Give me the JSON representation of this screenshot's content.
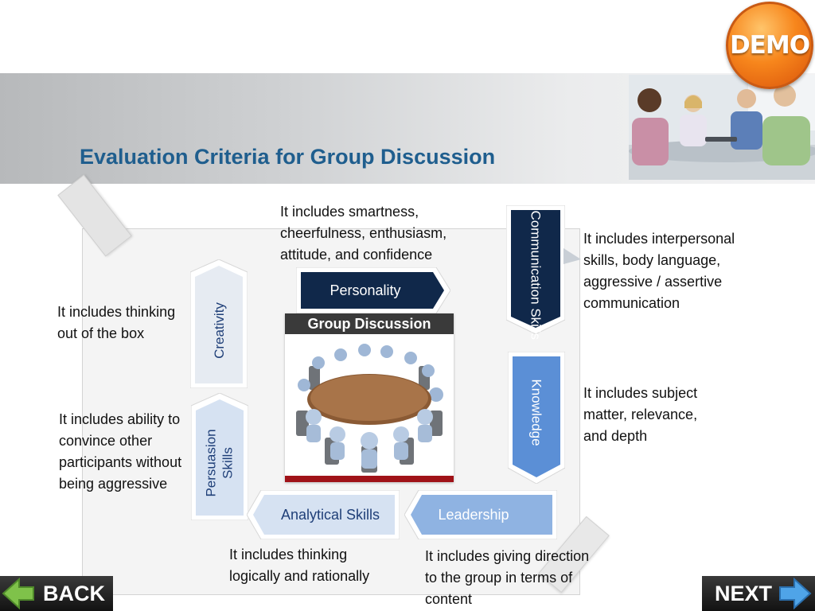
{
  "slide": {
    "title": "Evaluation Criteria for Group Discussion"
  },
  "badge": {
    "label": "DEMO"
  },
  "center_image": {
    "caption": "Group Discussion"
  },
  "criteria": {
    "personality": {
      "label": "Personality",
      "description": "It includes smartness, cheerfulness, enthusiasm, attitude, and confidence"
    },
    "communication": {
      "label": "Communication Skills",
      "description": "It includes interpersonal skills, body language, aggressive / assertive communication"
    },
    "creativity": {
      "label": "Creativity",
      "description": "It includes thinking out of the box"
    },
    "knowledge": {
      "label": "Knowledge",
      "description": "It includes subject matter, relevance, and depth"
    },
    "persuasion": {
      "label": "Persuasion Skills",
      "description": "It includes ability to convince other participants without being aggressive"
    },
    "analytical": {
      "label": "Analytical Skills",
      "description": "It includes thinking logically and rationally"
    },
    "leadership": {
      "label": "Leadership",
      "description": "It includes giving direction to the group in terms of content"
    }
  },
  "nav": {
    "back_label": "BACK",
    "next_label": "NEXT"
  },
  "colors": {
    "navy": "#10284a",
    "blue": "#5b8fd6",
    "light_blue": "#8fb3e2",
    "pale": "#d6e2f2",
    "title": "#1f5e8e",
    "demo_orange": "#f7861c"
  }
}
